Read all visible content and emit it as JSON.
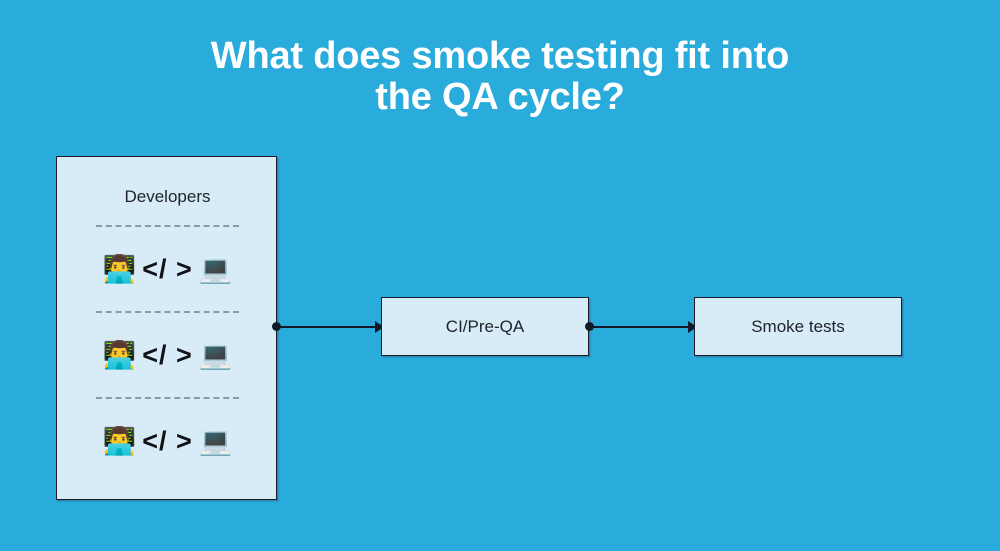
{
  "page": {
    "title": "What does smoke testing fit into\nthe QA cycle?",
    "background_color": "#29abdc"
  },
  "diagram": {
    "box_fill_color": "#d8ecf7",
    "box_border_color": "#1b1b2b",
    "connector_color": "#111827",
    "developers": {
      "label": "Developers",
      "rows": [
        {
          "person_icon": "👨‍💻",
          "code_glyph": "</ >",
          "laptop_icon": "💻"
        },
        {
          "person_icon": "👨‍💻",
          "code_glyph": "</ >",
          "laptop_icon": "💻"
        },
        {
          "person_icon": "👨‍💻",
          "code_glyph": "</ >",
          "laptop_icon": "💻"
        }
      ]
    },
    "stages": [
      {
        "label": "CI/Pre-QA"
      },
      {
        "label": "Smoke tests"
      }
    ],
    "connectors": [
      {
        "from": "Developers",
        "to": "CI/Pre-QA",
        "style": "dot-to-arrow"
      },
      {
        "from": "CI/Pre-QA",
        "to": "Smoke tests",
        "style": "dot-to-arrow"
      }
    ]
  }
}
